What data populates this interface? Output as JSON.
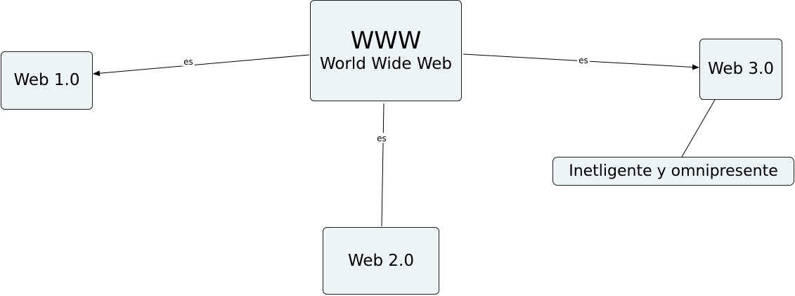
{
  "nodes": {
    "www": {
      "title": "WWW",
      "subtitle": "World Wide Web"
    },
    "web1": {
      "label": "Web 1.0"
    },
    "web2": {
      "label": "Web 2.0"
    },
    "web3": {
      "label": "Web 3.0"
    },
    "intel": {
      "label": "Inetligente y omnipresente"
    }
  },
  "edges": [
    {
      "from": "WWW",
      "to": "Web 1.0",
      "label": "es",
      "arrow": true
    },
    {
      "from": "WWW",
      "to": "Web 2.0",
      "label": "es",
      "arrow": false
    },
    {
      "from": "WWW",
      "to": "Web 3.0",
      "label": "es",
      "arrow": true
    },
    {
      "from": "Web 3.0",
      "to": "Inetligente y omnipresente",
      "label": "",
      "arrow": false
    }
  ],
  "colors": {
    "node_fill": "#eef3f5",
    "node_border": "#1e1e1e",
    "line": "#000000"
  }
}
